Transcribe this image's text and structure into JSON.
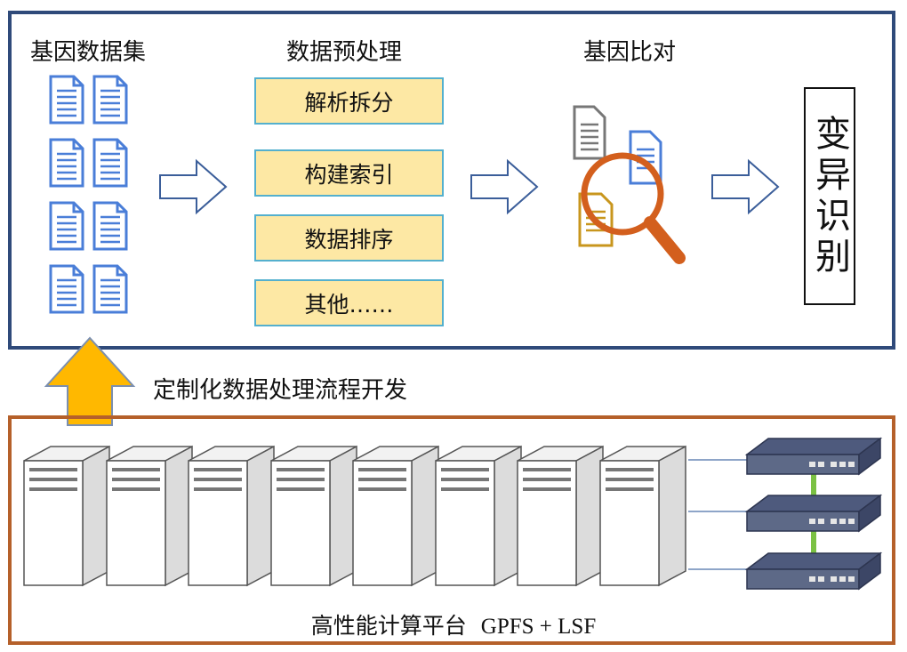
{
  "pipeline": {
    "sections": {
      "dataset": "基因数据集",
      "preprocess": "数据预处理",
      "alignment": "基因比对"
    },
    "steps": [
      "解析拆分",
      "构建索引",
      "数据排序",
      "其他……"
    ],
    "result": "变异识别"
  },
  "development_label": "定制化数据处理流程开发",
  "platform": {
    "label": "高性能计算平台",
    "tech": "GPFS + LSF"
  },
  "icons": {
    "documents": "document-icon",
    "flow_arrows": "right-arrow-icon",
    "magnifier": "magnifying-glass-icon",
    "up_arrow": "up-arrow-icon",
    "servers": "server-tower-icon",
    "switches": "network-switch-icon"
  },
  "colors": {
    "top_border": "#2f4a7a",
    "bottom_border": "#b5602a",
    "step_fill": "#fde8a4",
    "step_border": "#54b0ce",
    "doc_blue": "#4a7ed8",
    "up_arrow_fill": "#ffb800",
    "magnifier": "#d35f1d",
    "link_green": "#7bc143"
  }
}
